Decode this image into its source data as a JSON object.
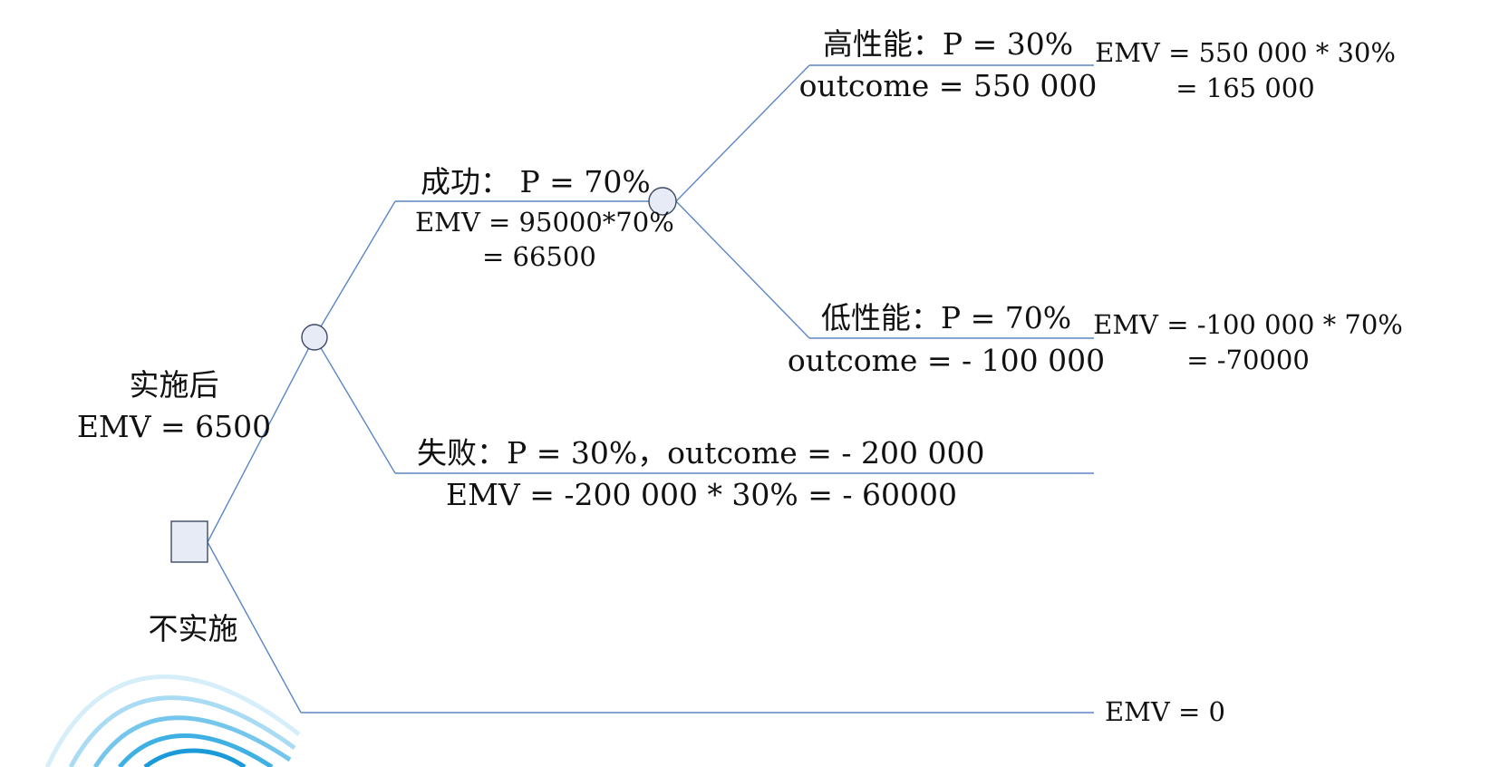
{
  "colors": {
    "line": "#5b86c5",
    "node_fill": "#e6ebf6",
    "node_stroke": "#3e4a66",
    "watermark": [
      "#d6eef9",
      "#a9dcf3",
      "#75c6ec",
      "#3fb0e3",
      "#1b9ad9"
    ]
  },
  "implement": {
    "label": "实施后",
    "emv": "EMV = 6500"
  },
  "success": {
    "label": "成功：  P = 70%",
    "emv": "EMV = 95000*70%",
    "emv_result": "= 66500"
  },
  "high_perf": {
    "label": "高性能：P = 30%",
    "outcome": "outcome = 550 000",
    "emv": "EMV = 550 000 * 30%",
    "emv_result": "= 165 000"
  },
  "low_perf": {
    "label": "低性能：P = 70%",
    "outcome": "outcome = - 100 000",
    "emv": "EMV = -100 000 * 70%",
    "emv_result": "= -70000"
  },
  "failure": {
    "label": "失败：P = 30%，outcome = - 200 000",
    "emv": "EMV = -200 000 * 30% = - 60000"
  },
  "not_implement": {
    "label": "不实施",
    "emv": "EMV = 0"
  }
}
